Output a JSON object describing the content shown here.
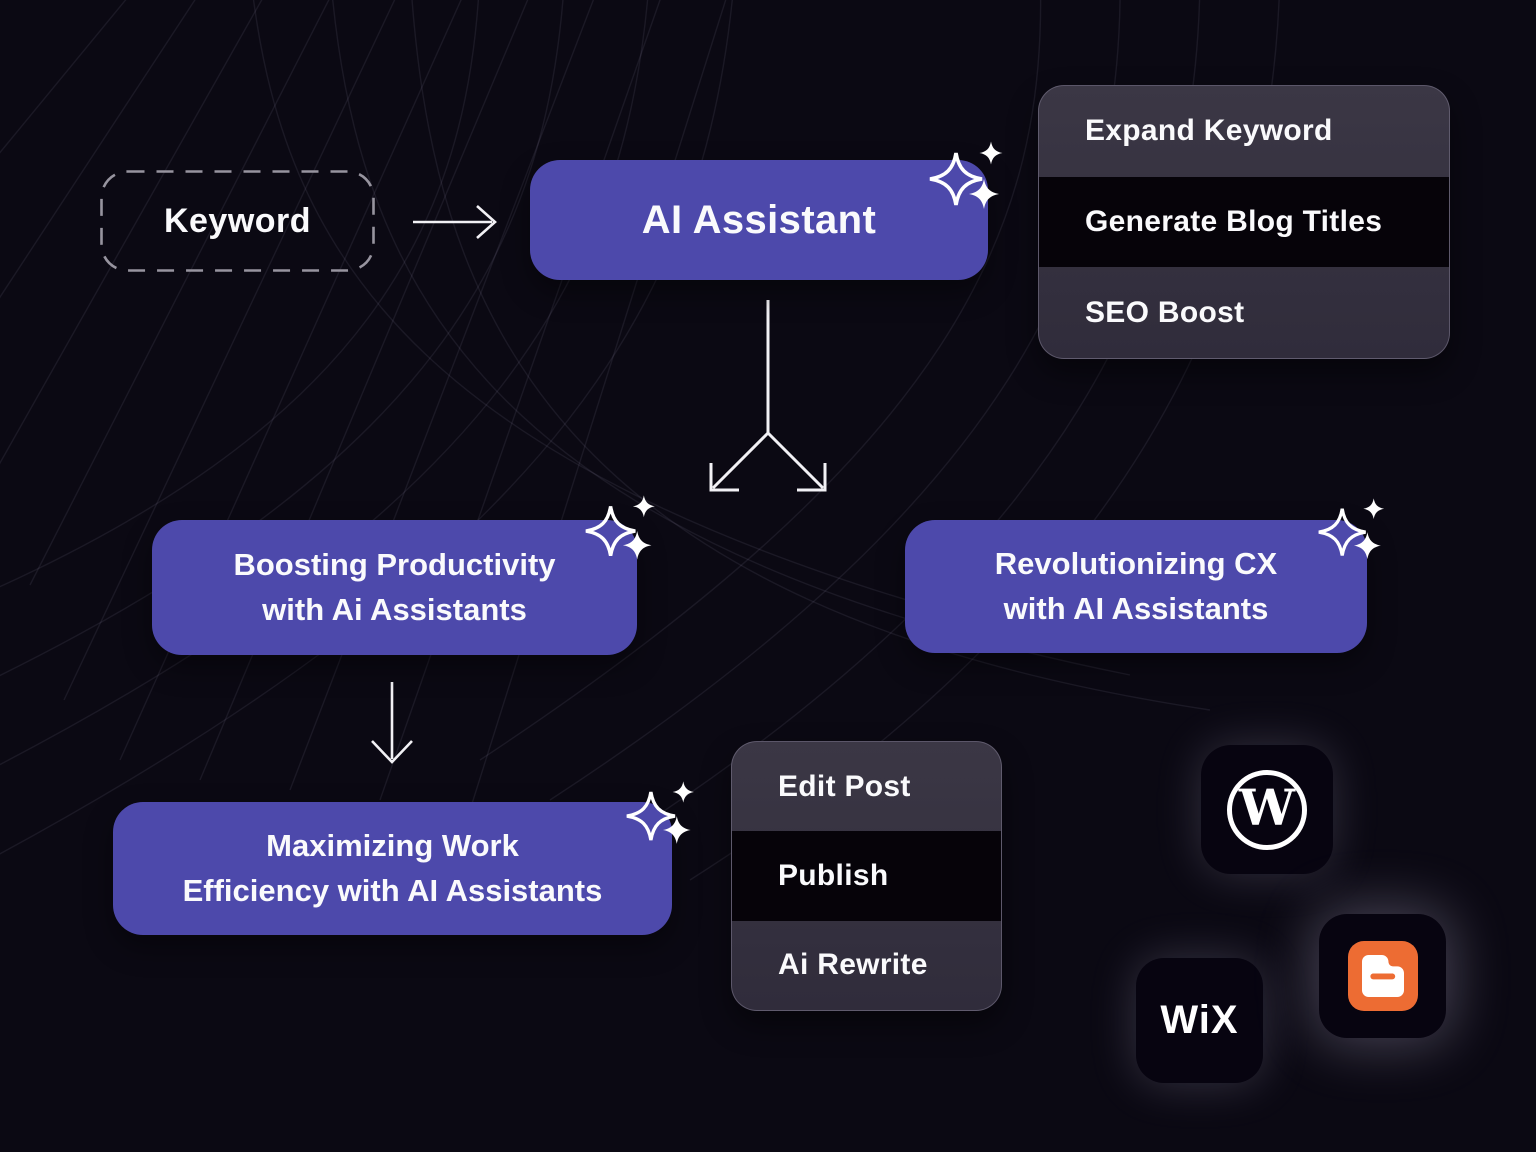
{
  "colors": {
    "background": "#0B0913",
    "node_purple": "#4D49AB",
    "menu_background": "#3B3745",
    "menu_highlight_row": "#060309",
    "text_white": "#FAFAFC",
    "dashed_border_gray": "#97949F",
    "blogger_orange": "#ED6C33",
    "connector_white": "#F2F1F5"
  },
  "nodes": {
    "keyword": {
      "label": "Keyword"
    },
    "ai_assistant": {
      "label": "AI Assistant"
    },
    "boosting": {
      "line1": "Boosting Productivity",
      "line2": "with Ai Assistants"
    },
    "revolutionizing": {
      "line1": "Revolutionizing CX",
      "line2": "with AI Assistants"
    },
    "maximizing": {
      "line1": "Maximizing Work",
      "line2": "Efficiency with AI Assistants"
    }
  },
  "menus": {
    "ai_options": {
      "items": [
        {
          "label": "Expand Keyword",
          "highlighted": false
        },
        {
          "label": "Generate Blog Titles",
          "highlighted": true
        },
        {
          "label": "SEO Boost",
          "highlighted": false
        }
      ]
    },
    "post_options": {
      "items": [
        {
          "label": "Edit Post",
          "highlighted": false
        },
        {
          "label": "Publish",
          "highlighted": true
        },
        {
          "label": "Ai Rewrite",
          "highlighted": false
        }
      ]
    }
  },
  "platform_icons": {
    "wordpress_monogram": "W",
    "wix_wordmark": "WiX",
    "blogger_icon": "blogger-b-glyph"
  },
  "icons": {
    "sparkles": "sparkles-icon",
    "arrow_right": "arrow-right-icon",
    "arrow_down": "arrow-down-icon",
    "branch_arrows": "branch-arrows-icon"
  }
}
